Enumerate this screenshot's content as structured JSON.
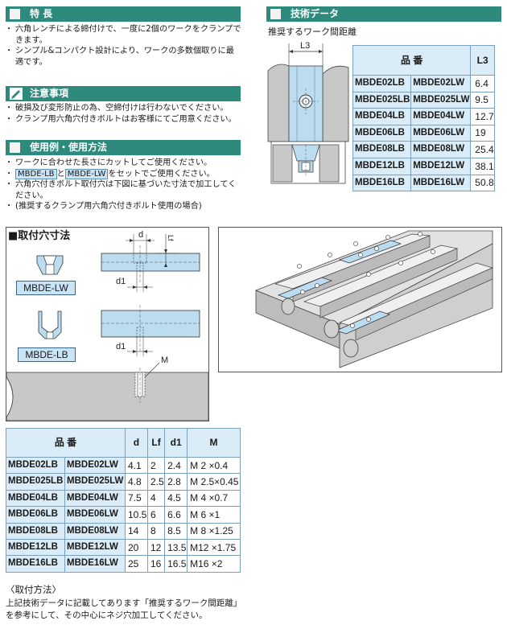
{
  "sections": {
    "features": {
      "title": "特 長",
      "items": [
        "六角レンチによる締付けで、一度に2個のワークをクランプできます。",
        "シンプル&コンパクト設計により、ワークの多数個取りに最適です。"
      ]
    },
    "cautions": {
      "title": "注意事項",
      "items": [
        "破損及び変形防止の為、空締付けは行わないでください。",
        "クランプ用六角穴付きボルトはお客様にてご用意ください。"
      ]
    },
    "usage": {
      "title": "使用例・使用方法",
      "item1": "ワークに合わせた長さにカットしてご使用ください。",
      "chip1": "MBDE-LB",
      "joiner": "と",
      "chip2": "MBDE-LW",
      "item2_suffix": "をセットでご使用ください。",
      "item3": "六角穴付きボルト取付穴は下図に基づいた寸法で加工してください。",
      "item3_note": "(推奨するクランプ用六角穴付きボルト使用の場合)"
    },
    "tech": {
      "title": "技術データ",
      "subtitle": "推奨するワーク間距離",
      "diagram_label": "L3"
    }
  },
  "tech_table": {
    "col_part": "品 番",
    "col_l3": "L3",
    "rows": [
      {
        "lb": "MBDE02LB",
        "lw": "MBDE02LW",
        "l3": "6.4"
      },
      {
        "lb": "MBDE025LB",
        "lw": "MBDE025LW",
        "l3": "9.5"
      },
      {
        "lb": "MBDE04LB",
        "lw": "MBDE04LW",
        "l3": "12.7"
      },
      {
        "lb": "MBDE06LB",
        "lw": "MBDE06LW",
        "l3": "19"
      },
      {
        "lb": "MBDE08LB",
        "lw": "MBDE08LW",
        "l3": "25.4"
      },
      {
        "lb": "MBDE12LB",
        "lw": "MBDE12LW",
        "l3": "38.1"
      },
      {
        "lb": "MBDE16LB",
        "lw": "MBDE16LW",
        "l3": "50.8"
      }
    ]
  },
  "mounting": {
    "title": "■取付穴寸法",
    "label_lw": "MBDE-LW",
    "label_lb": "MBDE-LB",
    "dim_d": "d",
    "dim_lf": "Lf",
    "dim_d1": "d1",
    "dim_d1_b": "d1",
    "dim_m": "M"
  },
  "dim_table": {
    "col_part": "品 番",
    "col_d": "d",
    "col_lf": "Lf",
    "col_d1": "d1",
    "col_m": "M",
    "rows": [
      {
        "lb": "MBDE02LB",
        "lw": "MBDE02LW",
        "d": "4.1",
        "lf": "2",
        "d1": "2.4",
        "m": "M 2 ×0.4"
      },
      {
        "lb": "MBDE025LB",
        "lw": "MBDE025LW",
        "d": "4.8",
        "lf": "2.5",
        "d1": "2.8",
        "m": "M 2.5×0.45"
      },
      {
        "lb": "MBDE04LB",
        "lw": "MBDE04LW",
        "d": "7.5",
        "lf": "4",
        "d1": "4.5",
        "m": "M 4 ×0.7"
      },
      {
        "lb": "MBDE06LB",
        "lw": "MBDE06LW",
        "d": "10.5",
        "lf": "6",
        "d1": "6.6",
        "m": "M 6 ×1"
      },
      {
        "lb": "MBDE08LB",
        "lw": "MBDE08LW",
        "d": "14",
        "lf": "8",
        "d1": "8.5",
        "m": "M 8 ×1.25"
      },
      {
        "lb": "MBDE12LB",
        "lw": "MBDE12LW",
        "d": "20",
        "lf": "12",
        "d1": "13.5",
        "m": "M12 ×1.75"
      },
      {
        "lb": "MBDE16LB",
        "lw": "MBDE16LW",
        "d": "25",
        "lf": "16",
        "d1": "16.5",
        "m": "M16 ×2"
      }
    ]
  },
  "mount_method": {
    "heading": "〈取付方法〉",
    "text": "上記技術データに記載してあります「推奨するワーク間距離」を参考にして、その中心にネジ穴加工してください。"
  },
  "colors": {
    "header": "#2f8a7e",
    "table_head": "#d9ecf7",
    "part_blue": "#bcdcf0",
    "diagram_gray": "#c8c8c8"
  }
}
